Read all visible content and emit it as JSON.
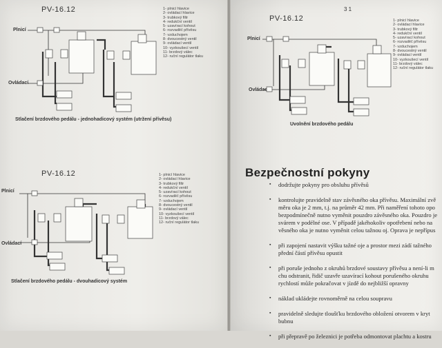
{
  "left_page": {
    "diagram_top": {
      "title": "PV-16.12",
      "legend": [
        "1- plnicí hlavice",
        "2- ovládací hlavice",
        "3- trubkový filtr",
        "4- redukční ventil",
        "5- uzavírací kohout",
        "6- rozvaděč přívěsu",
        "7- vzduchojem",
        "8- dvoucestný ventil",
        "9- ovládací ventil",
        "10- vyzkoušecí ventil",
        "11- brzdový válec",
        "12- ruční regulátor tlaku"
      ],
      "label_fill": "Plnicí",
      "label_control": "Ovládací",
      "caption": "Stlačení brzdového pedálu - jednohadicový systém (utržení přívěsu)"
    },
    "diagram_bottom": {
      "title": "PV-16.12",
      "legend": [
        "1- plnicí hlavice",
        "2- ovládací hlavice",
        "3- trubkový filtr",
        "4- redukční ventil",
        "5- uzavírací kohout",
        "6- rozvaděč přívěsu",
        "7- vzduchojem",
        "8- dvoucestný ventil",
        "9- ovládací ventil",
        "10- vyzkoušecí ventil",
        "11- brzdový válec",
        "12- ruční regulátor tlaku"
      ],
      "label_fill": "Plnicí",
      "label_control": "Ovládací",
      "caption": "Stlačení brzdového pedálu - dvouhadicový systém"
    }
  },
  "right_page": {
    "page_number": "3 1",
    "diagram": {
      "title": "PV-16.12",
      "legend": [
        "1- plnicí hlavice",
        "2- ovládací hlavice",
        "3- trubkový filtr",
        "4- redukční ventil",
        "5- uzavírací kohout",
        "6- rozvaděč přívěsu",
        "7- vzduchojem",
        "8- dvoucestný ventil",
        "9- ovládací ventil",
        "10- vyzkoušecí ventil",
        "11- brzdový válec",
        "12- ruční regulátor tlaku"
      ],
      "label_fill": "Plnicí",
      "label_control": "Ovládací",
      "caption": "Uvolnění brzdového pedálu"
    },
    "section_title": "Bezpečnostní pokyny",
    "bullets": [
      [
        "dodržujte pokyny pro obsluhu přívěsů"
      ],
      [
        "kontrolujte pravidelně stav závěsného oka přívěsu. Maximální zvě",
        "měru oka je 2 mm, t.j. na průměr 42 mm. Při naměření tohoto opo",
        "bezpodmínečně nutno vyměnit pouzdro závěsného oka. Pouzdro je",
        "svárem v podélné ose. V případě jakéhokoliv opotřebení nebo na",
        "věsného oka je nutno vyměnit celou tažnou oj. Oprava je nepřípus"
      ],
      [
        "při zapojení nastavit výšku tažné oje a prostor mezi zádí tažného",
        "přední částí přívěsu opustit"
      ],
      [
        "při poruše jednoho z okruhů brzdové soustavy přívěsu a není-li m",
        "chu odstranit, řidič uzavře uzavírací kohout porušeného okruhu",
        "rychlostí může pokračovat v jízdě do nejbližší opravny"
      ],
      [
        "náklad ukládejte rovnoměrně na celou soupravu"
      ],
      [
        "pravidelně sledujte tloušťku brzdového obložení otvorem v kryt",
        "bubnu"
      ],
      [
        "při přepravě po železnici je potřeba odmontovat plachtu a kostru"
      ]
    ]
  }
}
